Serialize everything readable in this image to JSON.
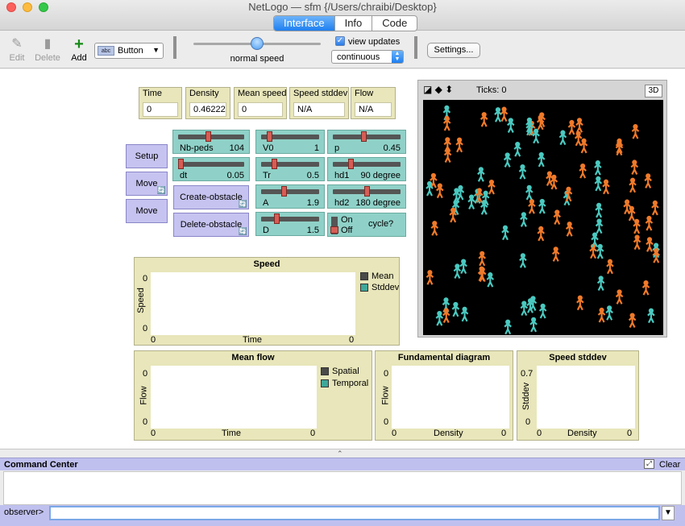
{
  "window": {
    "title": "NetLogo — sfm {/Users/chraibi/Desktop}"
  },
  "tabs": [
    {
      "label": "Interface"
    },
    {
      "label": "Info"
    },
    {
      "label": "Code"
    }
  ],
  "toolbar": {
    "edit_label": "Edit",
    "delete_label": "Delete",
    "add_label": "Add",
    "widget_type": "Button",
    "widget_icon_text": "abc",
    "speed_label": "normal speed",
    "speed_value": 0.5,
    "view_updates_label": "view updates",
    "view_updates_checked": true,
    "update_mode": "continuous",
    "settings_label": "Settings..."
  },
  "monitors": [
    {
      "label": "Time",
      "value": "0"
    },
    {
      "label": "Density",
      "value": "0.46222"
    },
    {
      "label": "Mean speed",
      "value": "0"
    },
    {
      "label": "Speed stddev",
      "value": "N/A"
    },
    {
      "label": "Flow",
      "value": "N/A"
    }
  ],
  "buttons": {
    "setup": "Setup",
    "move_forever": "Move",
    "move_once": "Move",
    "create_obstacle": "Create-obstacle",
    "delete_obstacle": "Delete-obstacle"
  },
  "sliders": [
    {
      "name": "Nb-peds",
      "value": "104",
      "fraction": 0.45
    },
    {
      "name": "V0",
      "value": "1",
      "fraction": 0.1
    },
    {
      "name": "p",
      "value": "0.45",
      "fraction": 0.45
    },
    {
      "name": "dt",
      "value": "0.05",
      "fraction": 0.0
    },
    {
      "name": "Tr",
      "value": "0.5",
      "fraction": 0.2
    },
    {
      "name": "hd1",
      "value": "90 degree",
      "fraction": 0.25
    },
    {
      "name": "A",
      "value": "1.9",
      "fraction": 0.38
    },
    {
      "name": "hd2",
      "value": "180 degree",
      "fraction": 0.5
    },
    {
      "name": "D",
      "value": "1.5",
      "fraction": 0.25
    }
  ],
  "switch": {
    "on_label": "On",
    "off_label": "Off",
    "name": "cycle?",
    "state": "off"
  },
  "plots": {
    "speed": {
      "title": "Speed",
      "xlabel": "Time",
      "ylabel": "Speed",
      "xmin": "0",
      "xmax": "0",
      "ymin": "0",
      "ymax": "0",
      "legend": [
        {
          "name": "Mean",
          "color": "#4a4a4a"
        },
        {
          "name": "Stddev",
          "color": "#3fa79a"
        }
      ]
    },
    "mean_flow": {
      "title": "Mean flow",
      "xlabel": "Time",
      "ylabel": "Flow",
      "xmin": "0",
      "xmax": "0",
      "ymin": "0",
      "ymax": "0",
      "legend": [
        {
          "name": "Spatial",
          "color": "#4a4a4a"
        },
        {
          "name": "Temporal",
          "color": "#3fa79a"
        }
      ]
    },
    "fundamental": {
      "title": "Fundamental diagram",
      "xlabel": "Density",
      "ylabel": "Flow",
      "xmin": "0",
      "xmax": "0",
      "ymin": "0",
      "ymax": "0"
    },
    "speed_stddev": {
      "title": "Speed stddev",
      "xlabel": "Density",
      "ylabel": "Stddev",
      "xmin": "0",
      "xmax": "0",
      "ymin": "0",
      "ymax": "0.7"
    }
  },
  "view": {
    "ticks_label": "Ticks: 0",
    "btn_3d": "3D",
    "colors": {
      "background": "#000000",
      "orange": "#f07a2a",
      "turquoise": "#4bc9c0"
    }
  },
  "command_center": {
    "title": "Command Center",
    "clear_label": "Clear",
    "prompt": "observer>",
    "input_value": ""
  }
}
